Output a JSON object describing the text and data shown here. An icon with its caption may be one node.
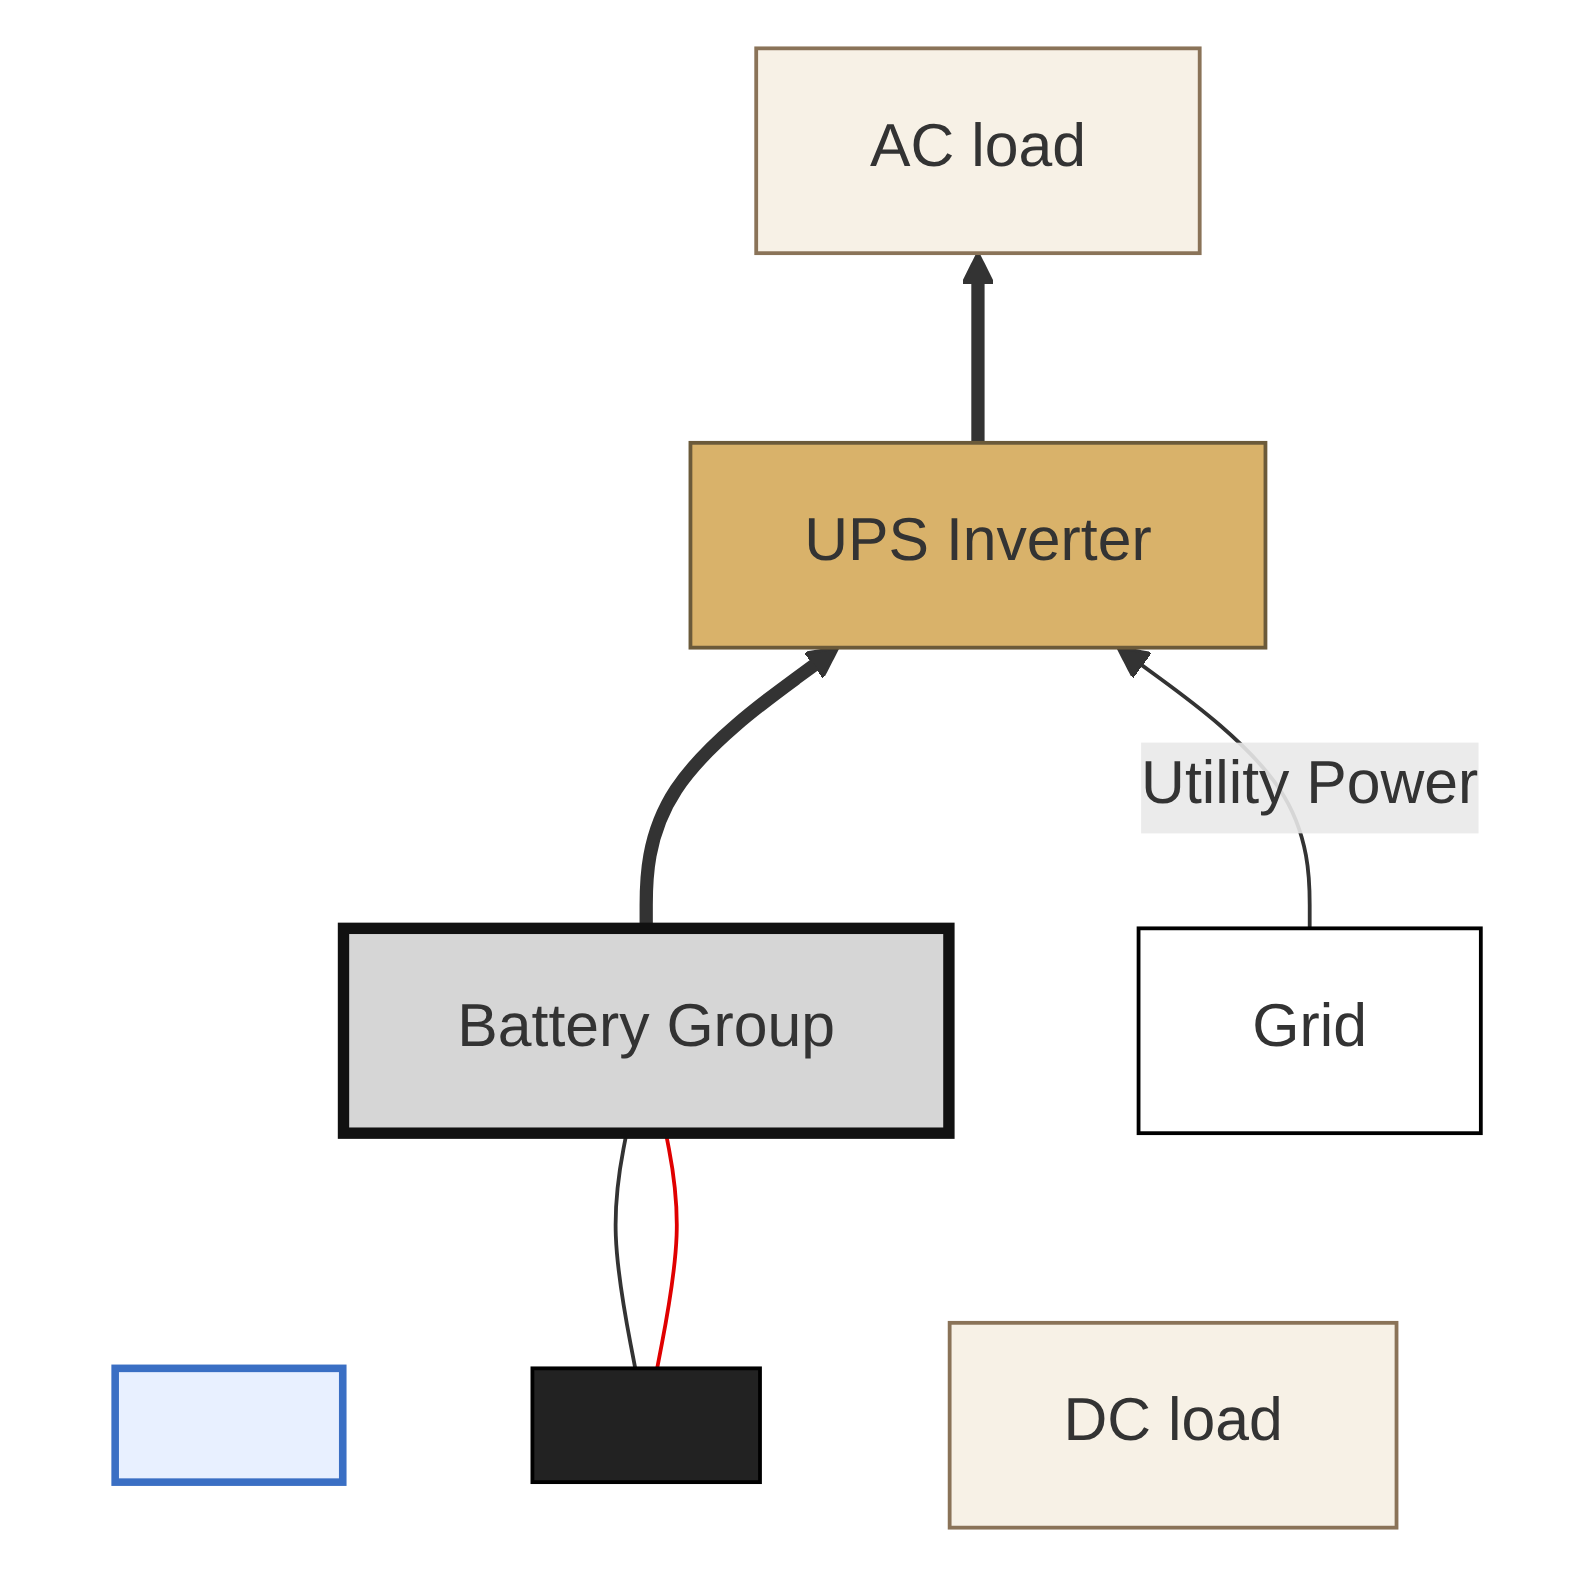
{
  "diagram": {
    "nodes": [
      {
        "text": [],
        "shape": "box"
      },
      {
        "text": [],
        "shape": "box"
      },
      {
        "text": [
          "Battery Group"
        ]
      },
      {
        "text": [
          "UPS Inverter"
        ]
      },
      {
        "text": [
          "Grid"
        ]
      },
      {
        "text": [
          "DC load"
        ]
      },
      {
        "text": [
          "AC load"
        ]
      }
    ],
    "edges": [
      {
        "from": 1,
        "to": 2,
        "arrow": "none"
      },
      {
        "from": 1,
        "to": 2,
        "arrow": "none",
        "color": "#e00000"
      },
      {
        "from": 2,
        "to": 3,
        "arrow": "to",
        "style": "thick"
      },
      {
        "from": 4,
        "to": 3,
        "arrow": "to",
        "label": "Utility Power"
      },
      {
        "from": 3,
        "to": 6,
        "arrow": "to",
        "style": "thick"
      }
    ]
  }
}
